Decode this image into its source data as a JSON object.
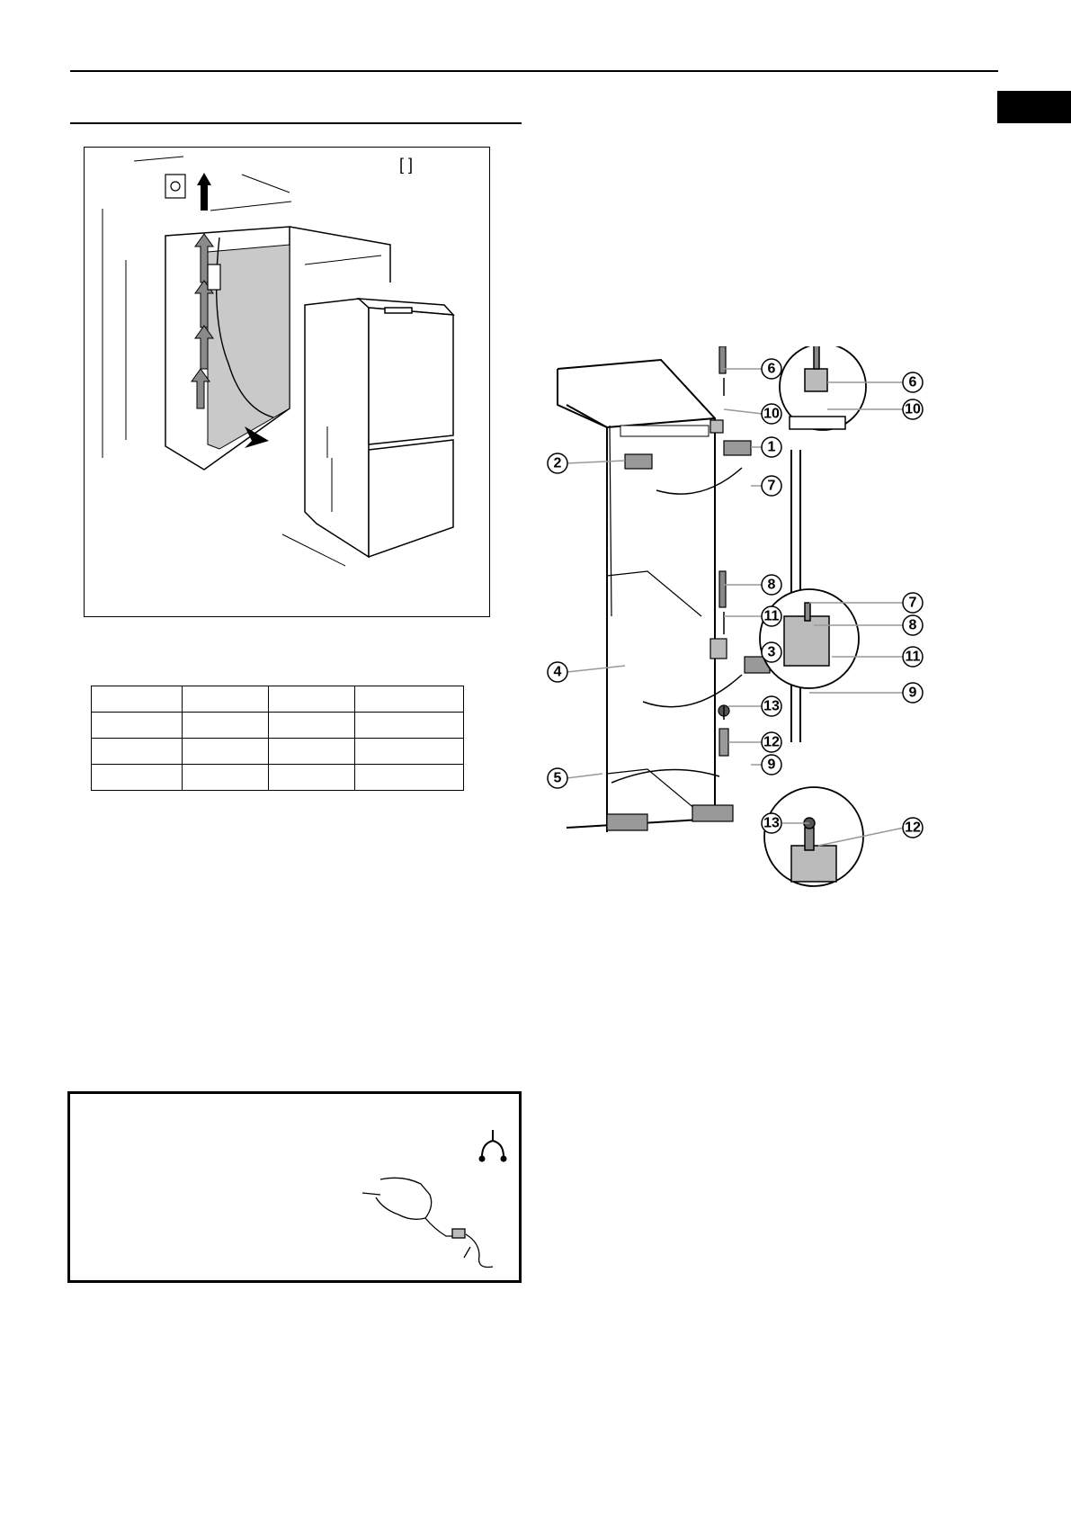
{
  "page": {
    "language_tab_color": "#000000"
  },
  "installation_figure": {
    "bracket_label": "[   ]"
  },
  "dimension_table": {
    "rows": [
      [
        "",
        "",
        "",
        ""
      ],
      [
        "",
        "",
        "",
        ""
      ],
      [
        "",
        "",
        "",
        ""
      ],
      [
        "",
        "",
        "",
        ""
      ]
    ]
  },
  "warning_box": {
    "icon": "plug-symbol-icon",
    "illustration": "hand-unplugging-power-cord"
  },
  "door_hinge_figure": {
    "callouts": [
      "1",
      "2",
      "3",
      "4",
      "5",
      "6",
      "7",
      "8",
      "9",
      "10",
      "11",
      "12",
      "13"
    ],
    "detail_callouts_top": [
      "6",
      "10"
    ],
    "detail_callouts_middle": [
      "7",
      "8",
      "11",
      "9"
    ],
    "detail_callouts_bottom": [
      "13",
      "12"
    ]
  }
}
